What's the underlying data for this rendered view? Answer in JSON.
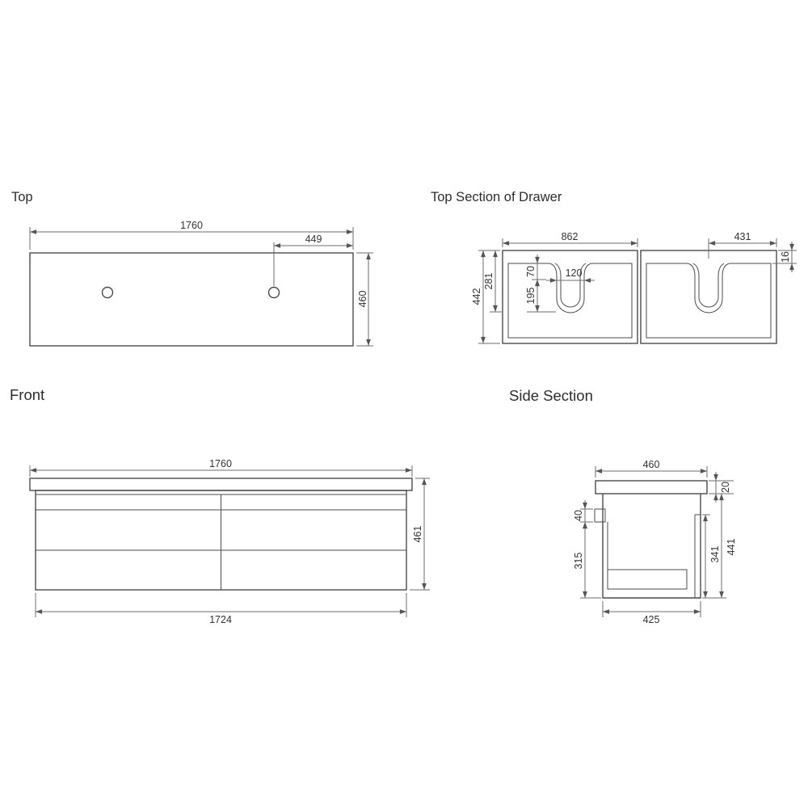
{
  "views": {
    "top": {
      "label": "Top",
      "dims": {
        "overall_width": "1760",
        "hole_offset": "449",
        "depth": "460"
      }
    },
    "top_section": {
      "label": "Top Section of Drawer",
      "dims": {
        "drawer_width": "862",
        "drawer_half_width": "431",
        "panel_thickness": "16",
        "overall_depth": "442",
        "cutout_depth_total": "281",
        "cutout_lead_in": "70",
        "cutout_depth": "195",
        "cutout_width": "120"
      }
    },
    "front": {
      "label": "Front",
      "dims": {
        "overall_width": "1760",
        "overall_height": "461",
        "cabinet_width": "1724"
      }
    },
    "side": {
      "label": "Side Section",
      "dims": {
        "overall_depth": "460",
        "benchtop_thickness": "20",
        "rail_height": "40",
        "drawer_front_height": "315",
        "internal_height": "341",
        "cabinet_height": "441",
        "internal_depth": "425"
      }
    }
  }
}
